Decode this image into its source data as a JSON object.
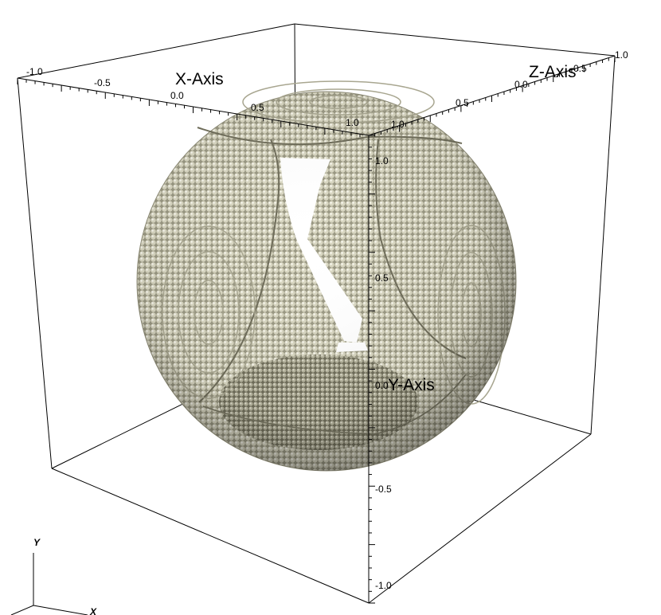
{
  "axes": {
    "x": {
      "title": "X-Axis",
      "ticks": [
        "-1.0",
        "-0.5",
        "0.0",
        "0.5",
        "1.0"
      ]
    },
    "y": {
      "title": "Y-Axis",
      "ticks": [
        "1.0",
        "0.5",
        "0.0",
        "-0.5",
        "-1.0"
      ]
    },
    "z": {
      "title": "Z-Axis",
      "ticks": [
        "1.0",
        "0.5",
        "0.0",
        "-0.5",
        "1.0"
      ]
    }
  },
  "orientation": {
    "y_label": "Y",
    "x_label": "X"
  },
  "colors": {
    "sphere": "#e4e2cf",
    "sphere_shadow": "#85836b",
    "box_line": "#000000",
    "background": "#ffffff"
  }
}
